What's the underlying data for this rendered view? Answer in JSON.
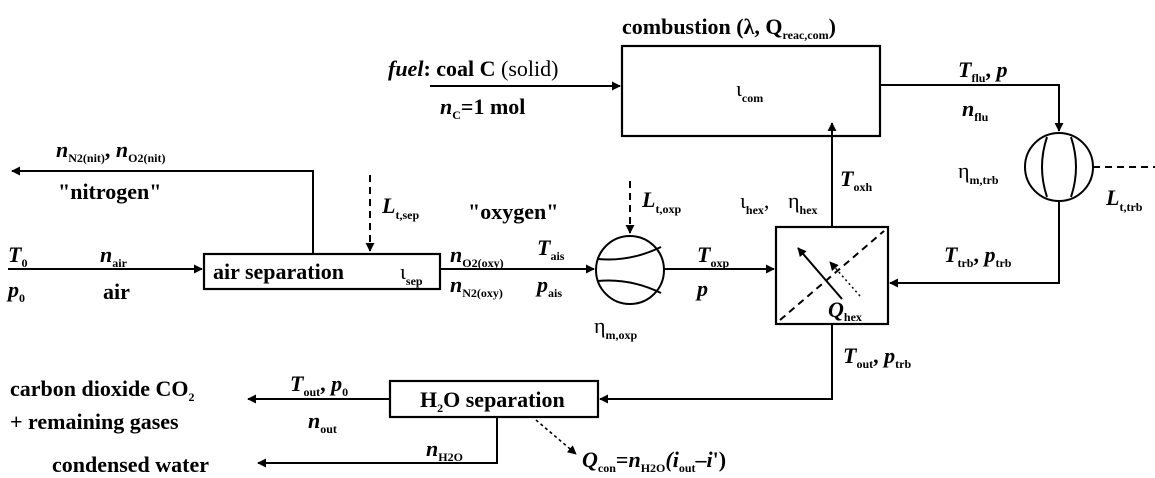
{
  "colors": {
    "line": "#000000",
    "background": "#ffffff"
  },
  "blocks": {
    "combustion": {
      "title": "combustion (λ, Q",
      "title_sub": "reac,com",
      "title_end": ")",
      "loss_symbol": "ι",
      "loss_sub": "com"
    },
    "air_separation": {
      "label": "air separation",
      "loss_symbol": "ι",
      "loss_sub": "sep"
    },
    "h2o_separation": {
      "label_pre": "H",
      "label_sub": "2",
      "label_post": "O separation"
    },
    "heat_exchanger": {
      "loss_symbol": "ι",
      "loss_sub": "hex",
      "eta_symbol": "η",
      "eta_sub": "hex",
      "q_symbol": "Q",
      "q_sub": "hex"
    },
    "turbine": {
      "eta_symbol": "η",
      "eta_sub": "m,trb",
      "work_symbol": "L",
      "work_sub": "t,trb"
    },
    "compressor": {
      "eta_symbol": "η",
      "eta_sub": "m,oxp",
      "work_symbol": "L",
      "work_sub": "t,oxp"
    }
  },
  "streams": {
    "fuel": {
      "word": "fuel",
      "rest": ": coal C ",
      "state": "(solid)",
      "n_symbol": "n",
      "n_sub": "C",
      "n_value": "=1 mol"
    },
    "nitrogen": {
      "n1_symbol": "n",
      "n1_sub": "N2(nit)",
      "sep": ", ",
      "n2_symbol": "n",
      "n2_sub": "O2(nit)",
      "name": "\"nitrogen\""
    },
    "air_in": {
      "t_symbol": "T",
      "t_sub": "0",
      "p_symbol": "p",
      "p_sub": "0",
      "n_symbol": "n",
      "n_sub": "air",
      "name": "air"
    },
    "sep_work": {
      "symbol": "L",
      "sub": "t,sep"
    },
    "oxygen": {
      "name": "\"oxygen\"",
      "n1_symbol": "n",
      "n1_sub": "O2(oxy)",
      "n2_symbol": "n",
      "n2_sub": "N2(oxy)",
      "t_symbol": "T",
      "t_sub": "ais",
      "p_symbol": "p",
      "p_sub": "ais"
    },
    "compressed": {
      "t_symbol": "T",
      "t_sub": "oxp",
      "p_symbol": "p"
    },
    "oxh": {
      "t_symbol": "T",
      "t_sub": "oxh"
    },
    "flue": {
      "t_symbol": "T",
      "t_sub": "flu",
      "sep": ", ",
      "p_symbol": "p",
      "n_symbol": "n",
      "n_sub": "flu"
    },
    "turbine_out": {
      "t_symbol": "T",
      "t_sub": "trb",
      "sep": ", ",
      "p_symbol": "p",
      "p_sub": "trb"
    },
    "hex_out": {
      "t_symbol": "T",
      "t_sub": "out",
      "sep": ", ",
      "p_symbol": "p",
      "p_sub": "trb"
    },
    "product": {
      "line1_pre": "carbon dioxide CO",
      "line1_sub": "2",
      "line2": "+ remaining gases",
      "t_symbol": "T",
      "t_sub": "out",
      "sep": ", ",
      "p_symbol": "p",
      "p_sub": "0",
      "n_symbol": "n",
      "n_sub": "out"
    },
    "water": {
      "name": "condensed water",
      "n_symbol": "n",
      "n_sub": "H2O"
    },
    "condensation_heat": {
      "q_symbol": "Q",
      "q_sub": "con",
      "eq": "=",
      "n_symbol": "n",
      "n_sub": "H2O",
      "open": "(",
      "i1_symbol": "i",
      "i1_sub": "out",
      "minus": "–",
      "i2_symbol": "i",
      "prime": "'",
      "close": ")"
    }
  }
}
